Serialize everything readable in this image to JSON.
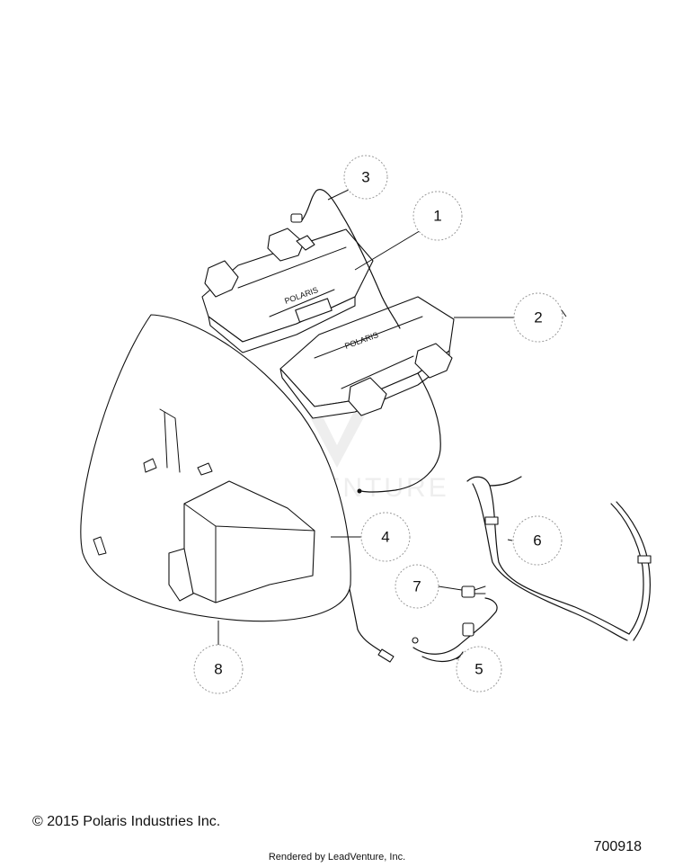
{
  "callouts": [
    "1",
    "2",
    "3",
    "4",
    "5",
    "6",
    "7",
    "8"
  ],
  "watermark": "LEADVENTURE",
  "footer": {
    "copyright": "© 2015 Polaris Industries Inc.",
    "part_number": "700918",
    "rendered_by": "Rendered by LeadVenture, Inc."
  }
}
